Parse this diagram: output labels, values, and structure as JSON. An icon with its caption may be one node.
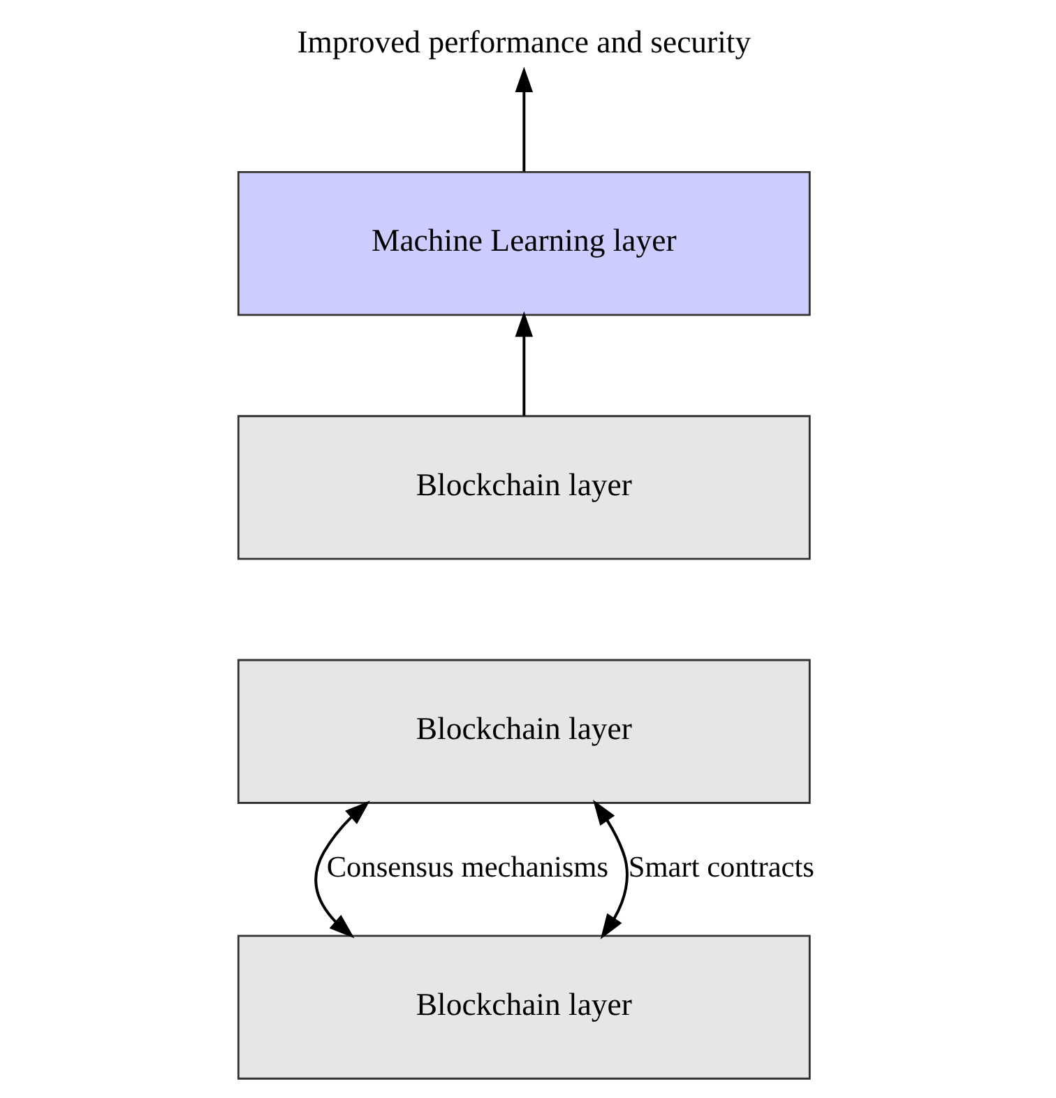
{
  "diagram": {
    "nodes": [
      {
        "text": [
          "Improved performance and security"
        ]
      },
      {
        "text": [
          "Machine Learning layer"
        ]
      },
      {
        "text": [
          "Blockchain layer"
        ]
      },
      {
        "text": [
          "Blockchain layer"
        ]
      },
      {
        "text": [
          "Blockchain layer"
        ]
      }
    ],
    "edges": [
      {
        "from": 1,
        "to": 0,
        "arrow": "to"
      },
      {
        "from": 2,
        "to": 1,
        "arrow": "to"
      },
      {
        "from": 3,
        "to": 4,
        "arrow": "both",
        "label": "Consensus mechanisms"
      },
      {
        "from": 3,
        "to": 4,
        "arrow": "both",
        "label": "Smart contracts"
      }
    ]
  }
}
